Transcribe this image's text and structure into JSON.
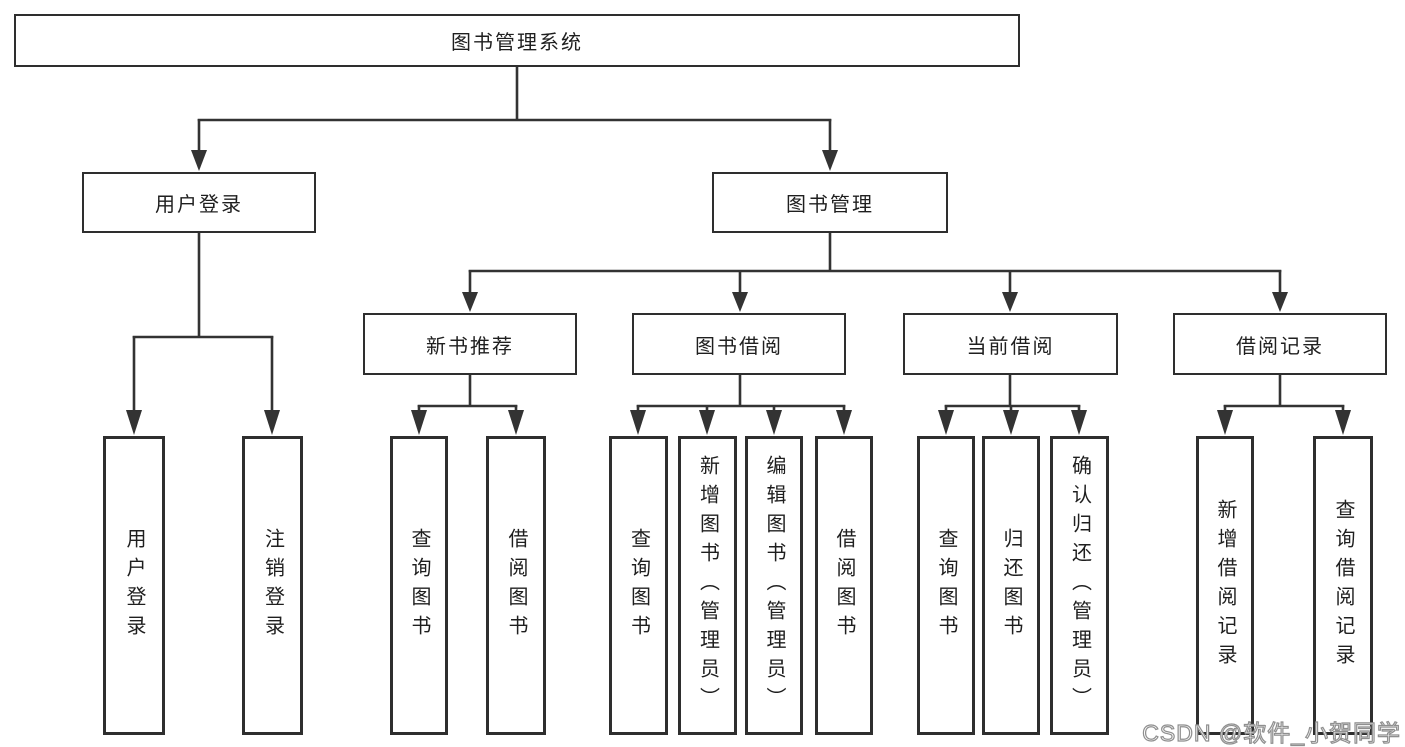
{
  "root": {
    "label": "图书管理系统"
  },
  "branches": [
    {
      "label": "用户登录",
      "children": [
        {
          "label": "用户登录"
        },
        {
          "label": "注销登录"
        }
      ]
    },
    {
      "label": "图书管理",
      "children": [
        {
          "label": "新书推荐",
          "children": [
            {
              "label": "查询图书"
            },
            {
              "label": "借阅图书"
            }
          ]
        },
        {
          "label": "图书借阅",
          "children": [
            {
              "label": "查询图书"
            },
            {
              "label": "新增图书（管理员）"
            },
            {
              "label": "编辑图书（管理员）"
            },
            {
              "label": "借阅图书"
            }
          ]
        },
        {
          "label": "当前借阅",
          "children": [
            {
              "label": "查询图书"
            },
            {
              "label": "归还图书"
            },
            {
              "label": "确认归还（管理员）"
            }
          ]
        },
        {
          "label": "借阅记录",
          "children": [
            {
              "label": "新增借阅记录"
            },
            {
              "label": "查询借阅记录"
            }
          ]
        }
      ]
    }
  ],
  "watermark": "CSDN @软件_小贺同学",
  "colors": {
    "line": "#333333",
    "box_border": "#2e2e2e",
    "text": "#1f1f1f",
    "background": "#ffffff",
    "watermark_fill": "#ffffff",
    "watermark_outline": "#8f8f8f"
  }
}
